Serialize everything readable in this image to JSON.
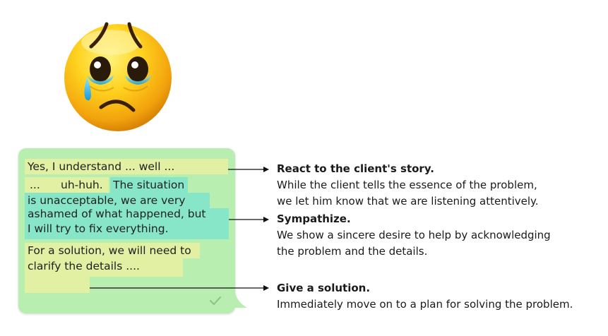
{
  "chat": {
    "line1": "Yes, I understand ... well ...",
    "line2a": "...",
    "line2b": "uh-huh.",
    "line2c": "The situation",
    "line3": "is unacceptable, we are very",
    "line4": "ashamed of what happened, but",
    "line5": "I will try to fix everything.",
    "line6": "For a solution, we will need to",
    "line7": "clarify the details ...."
  },
  "steps": [
    {
      "title": "React to the client's story.",
      "lines": [
        "While the client tells the essence of the problem,",
        "we let him know that we are listening attentively."
      ]
    },
    {
      "title": "Sympathize.",
      "lines": [
        "We show a sincere desire to help by acknowledging",
        "the problem and the details."
      ]
    },
    {
      "title": "Give a solution.",
      "lines": [
        "Immediately move on to a plan for solving the problem."
      ]
    }
  ],
  "colors": {
    "bubble": "#b8eeb0",
    "highlight_yellow": "#e1f0a3",
    "highlight_teal": "#86e6c7",
    "emoji_face": "#f7b80f"
  },
  "icons": [
    "crying-face-emoji",
    "check-icon",
    "arrow-icon"
  ]
}
